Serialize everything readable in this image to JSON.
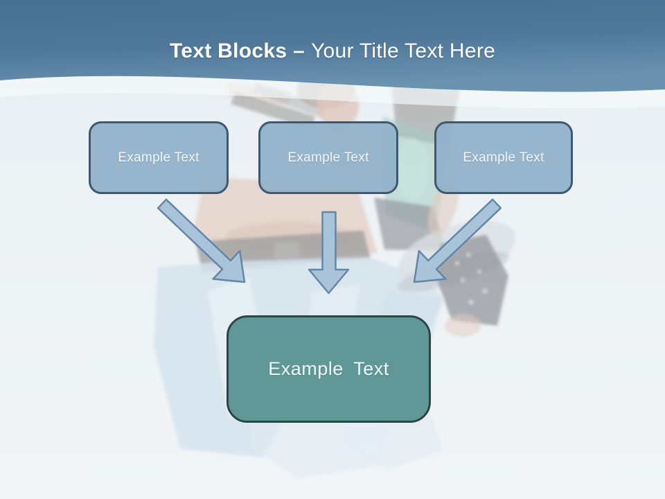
{
  "slide": {
    "title": {
      "emphasis": "Text Blocks –",
      "rest": "Your Title Text Here"
    },
    "top_blocks": [
      {
        "label": "Example Text"
      },
      {
        "label": "Example Text"
      },
      {
        "label": "Example Text"
      }
    ],
    "center_block": {
      "label": "Example Text"
    },
    "colors": {
      "header_blue_top": "#47708f",
      "header_blue_bottom": "#6b93b0",
      "block_fill": "#90b0c8",
      "block_border": "#3a5a72",
      "center_fill": "#5f9897",
      "center_border": "#2c4443",
      "arrow_fill": "#a9c3d8",
      "arrow_border": "#6186a7",
      "background": "#edf2f5",
      "title_color": "#ffffff"
    }
  }
}
